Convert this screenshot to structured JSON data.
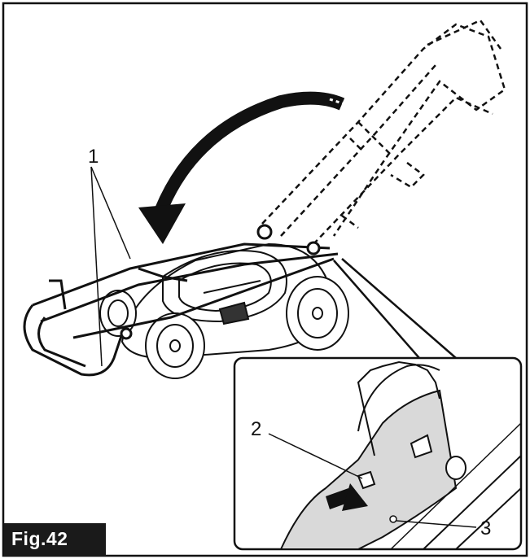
{
  "figure": {
    "label": "Fig.42",
    "callouts": [
      {
        "id": "1",
        "text": "1"
      },
      {
        "id": "2",
        "text": "2"
      },
      {
        "id": "3",
        "text": "3"
      }
    ]
  },
  "colors": {
    "line": "#111111",
    "label_bg": "#1a1a1a",
    "label_text": "#ffffff",
    "inset_fill": "#d9d9d9"
  }
}
